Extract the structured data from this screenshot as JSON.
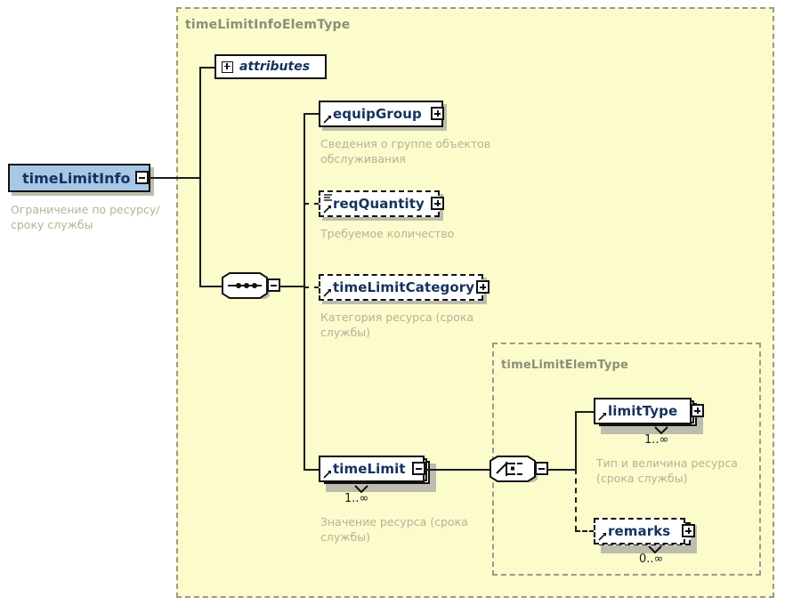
{
  "diagram": {
    "kind": "xml-schema-element-diagram",
    "colors": {
      "container_fill": "#fbfbcc",
      "container_border": "#9a9a8a",
      "root_element_fill": "#a7c7e7",
      "node_fill": "#ffffff",
      "node_border": "#111111",
      "label_text": "#16325c",
      "doc_text": "#b3b39a",
      "type_label_text": "#8d8d7b"
    },
    "root": {
      "name": "timeLimitInfo",
      "expander": "minus",
      "documentation": "Ограничение по ресурсу/\nсроку службы"
    },
    "containers": [
      {
        "id": "outer",
        "type_label": "timeLimitInfoElemType"
      },
      {
        "id": "inner",
        "type_label": "timeLimitElemType"
      }
    ],
    "attributes_node": {
      "label": "attributes",
      "expander": "plus"
    },
    "compositors": [
      {
        "id": "sequence",
        "icon": "sequence-icon",
        "expander": "minus"
      },
      {
        "id": "choice",
        "icon": "choice-icon",
        "expander": "minus"
      }
    ],
    "nodes": [
      {
        "id": "equipGroup",
        "name": "equipGroup",
        "optional": false,
        "repeated": false,
        "cardinality": "",
        "expander": "plus",
        "documentation": "Сведения о группе объектов\nобслуживания"
      },
      {
        "id": "reqQuantity",
        "name": "reqQuantity",
        "optional": true,
        "repeated": false,
        "cardinality": "",
        "expander": "plus",
        "documentation": "Требуемое количество"
      },
      {
        "id": "timeLimitCategory",
        "name": "timeLimitCategory",
        "optional": true,
        "repeated": false,
        "cardinality": "",
        "expander": "plus",
        "documentation": "Категория ресурса (срока\nслужбы)"
      },
      {
        "id": "timeLimit",
        "name": "timeLimit",
        "optional": false,
        "repeated": true,
        "cardinality": "1..∞",
        "expander": "minus",
        "documentation": "Значение ресурса (срока\nслужбы)"
      },
      {
        "id": "limitType",
        "name": "limitType",
        "optional": false,
        "repeated": true,
        "cardinality": "1..∞",
        "expander": "plus",
        "documentation": "Тип и величина ресурса\n(срока службы)"
      },
      {
        "id": "remarks",
        "name": "remarks",
        "optional": true,
        "repeated": true,
        "cardinality": "0..∞",
        "expander": "plus",
        "documentation": ""
      }
    ]
  }
}
